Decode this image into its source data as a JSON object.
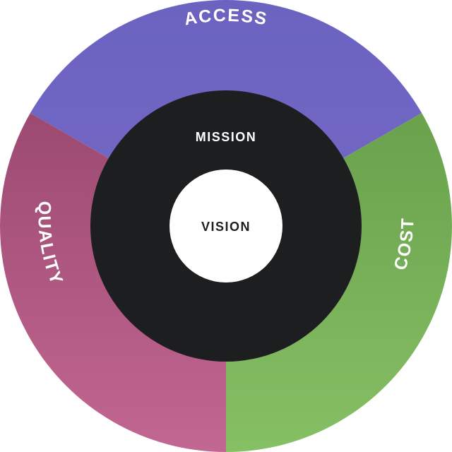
{
  "segments": [
    {
      "label": "ACCESS",
      "color": "#6b63c0",
      "color_end": "#7367c4"
    },
    {
      "label": "COST",
      "color": "#6aa14d",
      "color_end": "#86c064"
    },
    {
      "label": "QUALITY",
      "color": "#9c4a72",
      "color_end": "#c26692"
    }
  ],
  "mission": {
    "label": "MISSION",
    "color": "#1d1e20",
    "text_color": "#ffffff"
  },
  "vision": {
    "label": "VISION",
    "color": "#ffffff",
    "text_color": "#1d1e20"
  }
}
